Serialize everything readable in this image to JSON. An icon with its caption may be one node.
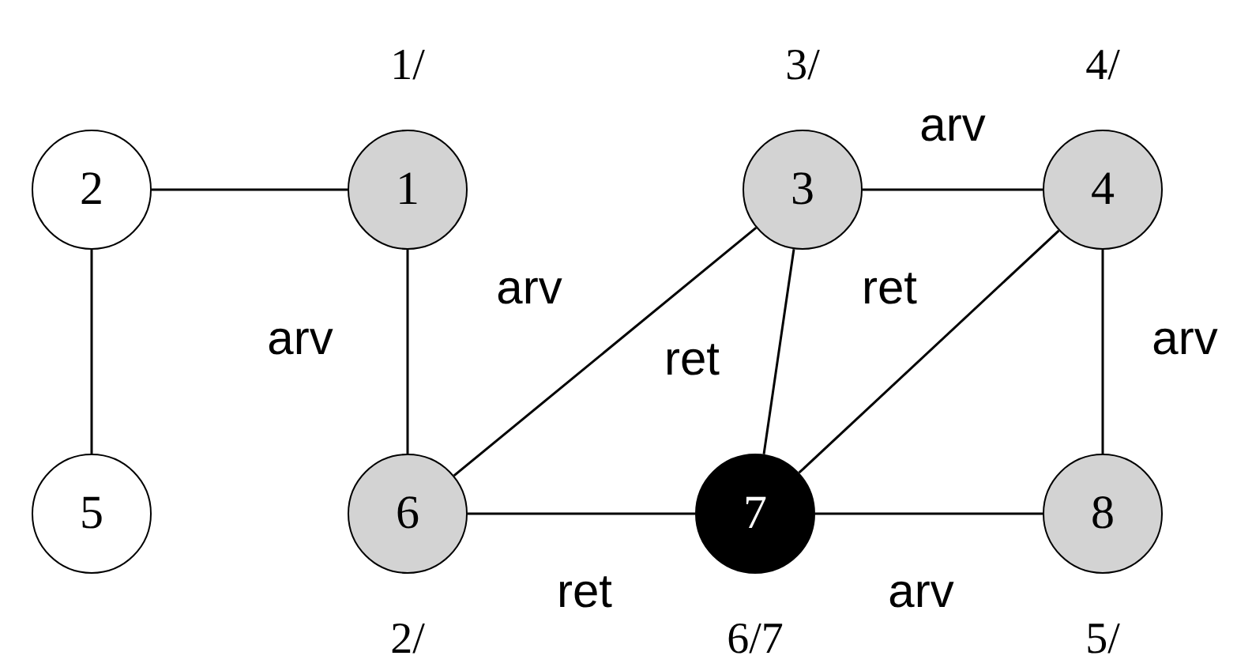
{
  "diagram": {
    "nodes": [
      {
        "text": [
          "2"
        ]
      },
      {
        "text": [
          "1"
        ],
        "beside": [
          "1/"
        ]
      },
      {
        "text": [
          "3"
        ],
        "beside": [
          "3/"
        ]
      },
      {
        "text": [
          "4"
        ],
        "beside": [
          "4/"
        ]
      },
      {
        "text": [
          "5"
        ]
      },
      {
        "text": [
          "6"
        ],
        "beside": [
          "2/"
        ]
      },
      {
        "text": [
          "7"
        ],
        "beside": [
          "6/7"
        ]
      },
      {
        "text": [
          "8"
        ],
        "beside": [
          "5/"
        ]
      }
    ],
    "edges": [
      {
        "from": 0,
        "to": 1,
        "arrow": "none"
      },
      {
        "from": 0,
        "to": 4,
        "arrow": "none"
      },
      {
        "from": 1,
        "to": 5,
        "arrow": "none",
        "label": "arv"
      },
      {
        "from": 5,
        "to": 2,
        "arrow": "none",
        "label": "arv"
      },
      {
        "from": 2,
        "to": 3,
        "arrow": "none",
        "label": "arv"
      },
      {
        "from": 2,
        "to": 6,
        "arrow": "none",
        "label": "ret"
      },
      {
        "from": 3,
        "to": 6,
        "arrow": "none",
        "label": "ret"
      },
      {
        "from": 3,
        "to": 7,
        "arrow": "none",
        "label": "arv"
      },
      {
        "from": 5,
        "to": 6,
        "arrow": "none",
        "label": "ret"
      },
      {
        "from": 6,
        "to": 7,
        "arrow": "none",
        "label": "arv"
      }
    ]
  }
}
